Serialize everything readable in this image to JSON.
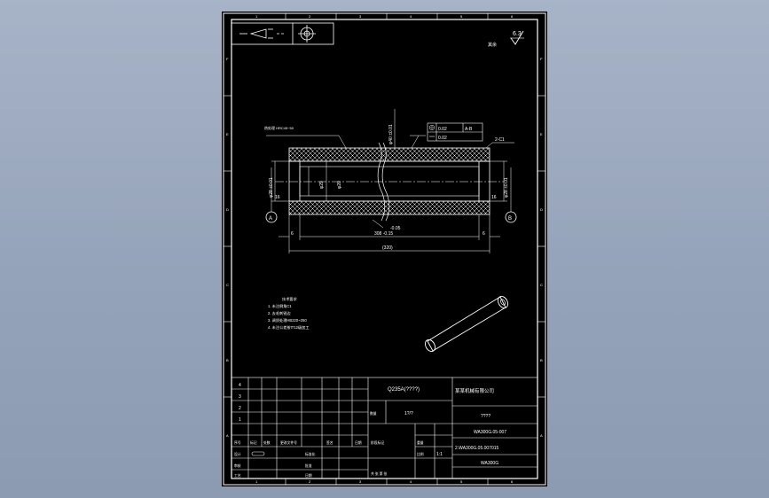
{
  "colors": {
    "background": "#95a3ba",
    "sheet": "#000000",
    "line": "#ffffff",
    "hatch": "#ffffff",
    "center_line": "#ffffff"
  },
  "frame": {
    "top_zones": [
      "1",
      "2",
      "3",
      "4",
      "5",
      "6"
    ],
    "bottom_zones": [
      "1",
      "2",
      "3",
      "4",
      "5",
      "6"
    ],
    "side_zones": [
      "A",
      "B",
      "C",
      "D",
      "E",
      "F"
    ]
  },
  "header": {
    "roughness_value": "6.3",
    "roughness_label": "其余"
  },
  "tolerance_frame": {
    "row1_value": "0.02",
    "row1_datum": "A-B",
    "row2_value": "0.02"
  },
  "drawing": {
    "leader_note": "热处理 HRC45~50",
    "chamfer": "2-C1",
    "dim_top": "φ40 ±0.01",
    "dim_left_vertical": "φ28 ±0.01",
    "dim_right_vertical": "φ28 ±0.01",
    "dim_inner_large": "φ29",
    "dim_inner_small": "φ20",
    "dim_left_16": "16",
    "dim_right_16": "16",
    "datum_a": "A",
    "datum_b": "B",
    "dim_left_6": "6",
    "dim_right_6": "6",
    "dim_length_tol": "-0.05",
    "dim_length": "308 -0.15",
    "dim_total": "(320)"
  },
  "notes": {
    "title": "技术要求",
    "lines": [
      "1. 未注倒角C1",
      "2. 去毛刺锐边",
      "3. 调质处理HB220~250",
      "4. 未注公差按IT12级加工"
    ]
  },
  "title_block": {
    "revision_numbers": [
      "4",
      "3",
      "2",
      "1"
    ],
    "sequence_header": [
      "序号",
      "标记",
      "处数",
      "更改文件号",
      "签名",
      "日期"
    ],
    "material": "Q235A(????)",
    "company": "某某机械有限公司",
    "scale_label": "比例",
    "scale_value": "1:1",
    "quantity_label": "数量",
    "quantity_value": "1?/?",
    "part_name": "????",
    "drawing_number": "WA300G.05-007",
    "sub_number": "2.WA300G.05.007015",
    "product": "WA300G",
    "design_label": "设计",
    "check_label": "审核",
    "craft_label": "工艺",
    "standard_label": "标准化",
    "approve_label": "批准",
    "stage_label": "阶段标记",
    "weight_label": "重量",
    "sheet_label": "共 张 第 张",
    "date_label": "日期"
  }
}
